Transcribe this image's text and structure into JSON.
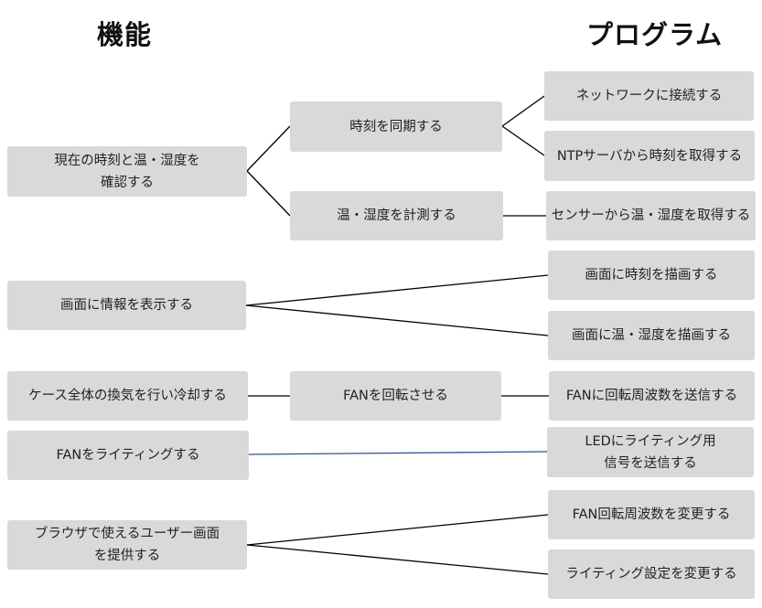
{
  "headings": {
    "function": "機能",
    "program": "プログラム"
  },
  "functions": {
    "confirm_time_temp": "現在の時刻と温・湿度を\n確認する",
    "display_info": "画面に情報を表示する",
    "cool_case": "ケース全体の換気を行い冷却する",
    "fan_lighting": "FANをライティングする",
    "browser_ui": "ブラウザで使えるユーザー画面\nを提供する"
  },
  "sub_functions": {
    "sync_time": "時刻を同期する",
    "measure_temp": "温・湿度を計測する",
    "rotate_fan": "FANを回転させる"
  },
  "programs": {
    "connect_network": "ネットワークに接続する",
    "get_time_ntp": "NTPサーバから時刻を取得する",
    "get_temp_sensor": "センサーから温・湿度を取得する",
    "draw_time": "画面に時刻を描画する",
    "draw_temp": "画面に温・湿度を描画する",
    "send_fan_rpm": "FANに回転周波数を送信する",
    "send_led_signal": "LEDにライティング用\n信号を送信する",
    "change_fan_rpm": "FAN回転周波数を変更する",
    "change_lighting": "ライティング設定を変更する"
  },
  "colors": {
    "box_fill": "#d9d9d9",
    "line": "#000000",
    "lighting_line": "#2f5597"
  }
}
